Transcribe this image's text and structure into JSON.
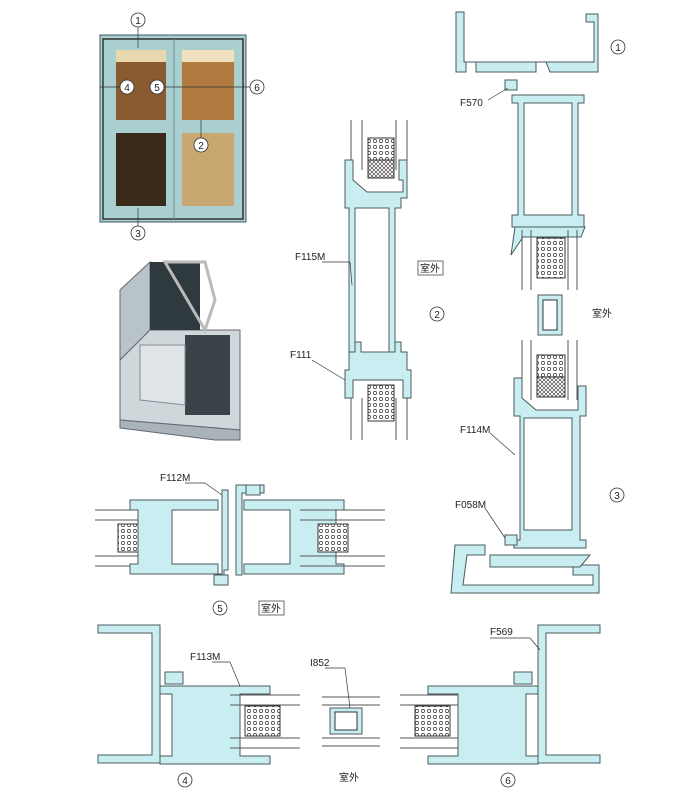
{
  "circles": {
    "c1": "1",
    "c2": "2",
    "c3": "3",
    "c4": "4",
    "c5": "5",
    "c6": "6"
  },
  "labels": {
    "f570": "F570",
    "f115m": "F115M",
    "f111": "F111",
    "f114m": "F114M",
    "f058m": "F058M",
    "f112m": "F112M",
    "f113m": "F113M",
    "i852": "I852",
    "f569": "F569",
    "outside": "室外"
  },
  "colors": {
    "profile": "#c9eef2",
    "outline": "#4a5a5e"
  }
}
